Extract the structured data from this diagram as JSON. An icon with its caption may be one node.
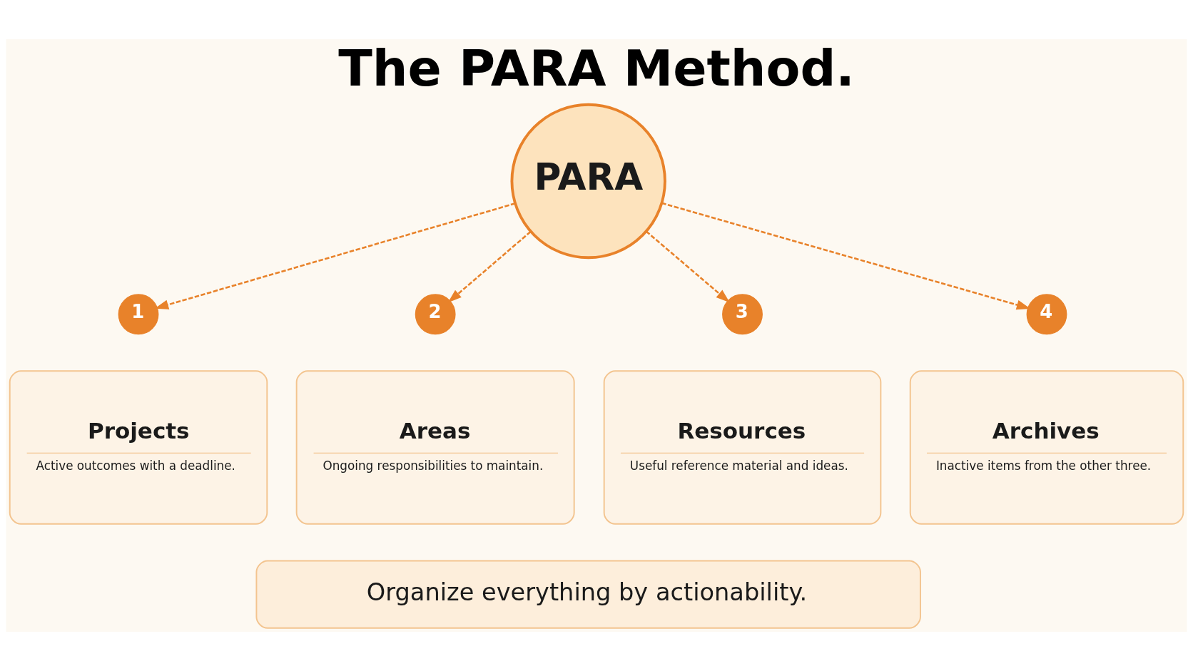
{
  "diagram": {
    "title": "The PARA Method.",
    "nodes": [
      {
        "text": [
          "PARA"
        ]
      },
      {
        "text": [
          "1"
        ]
      },
      {
        "text": [
          "Projects",
          "Active outcomes with a deadline."
        ]
      },
      {
        "text": [
          "2"
        ]
      },
      {
        "text": [
          "Areas",
          "Ongoing responsibilities to maintain."
        ]
      },
      {
        "text": [
          "3"
        ]
      },
      {
        "text": [
          "Resources",
          "Useful reference material and ideas."
        ]
      },
      {
        "text": [
          "4"
        ]
      },
      {
        "text": [
          "Archives",
          "Inactive items from the other three."
        ]
      },
      {
        "text": [
          "Organize everything by actionability."
        ]
      }
    ],
    "edges": [
      {
        "from": 0,
        "to": 1,
        "arrow": "to",
        "style": "dashed"
      },
      {
        "from": 0,
        "to": 3,
        "arrow": "to",
        "style": "dashed"
      },
      {
        "from": 0,
        "to": 5,
        "arrow": "to",
        "style": "dashed"
      },
      {
        "from": 0,
        "to": 7,
        "arrow": "to",
        "style": "dashed"
      }
    ]
  }
}
